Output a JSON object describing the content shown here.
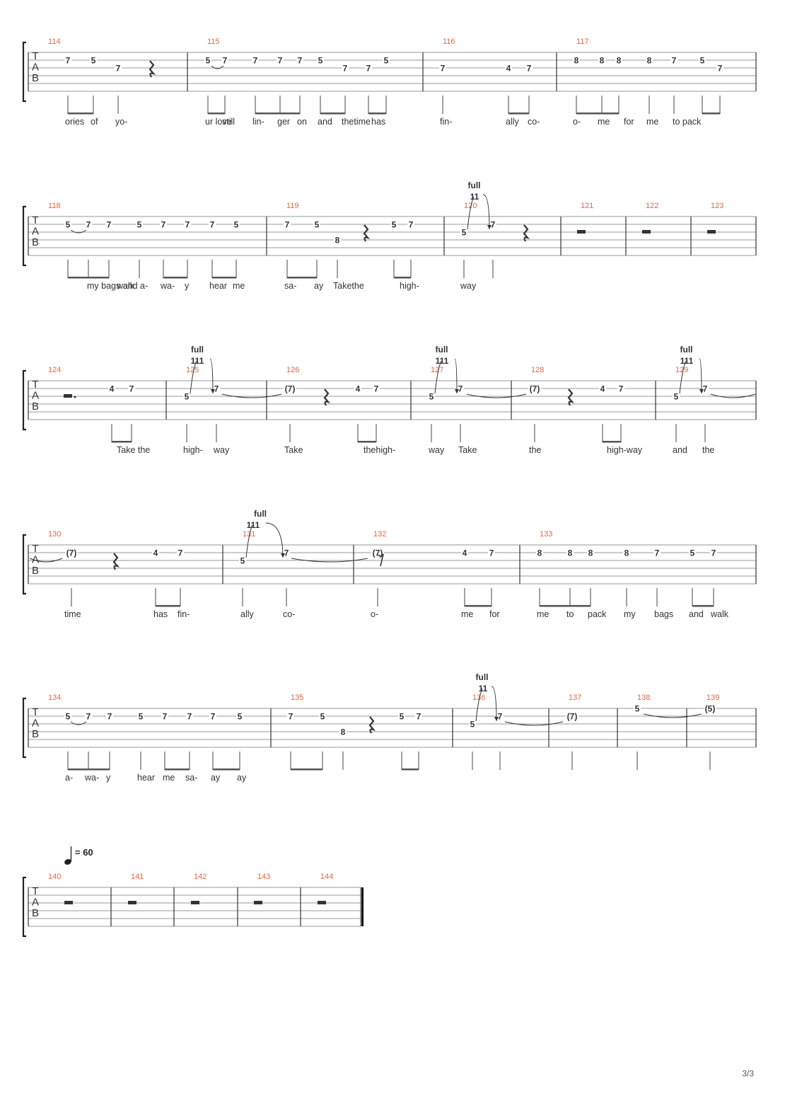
{
  "page_number": "3/3",
  "tab_letters": [
    "T",
    "A",
    "B"
  ],
  "bend_label": "full",
  "bend_text": {
    "two": "11",
    "three": "111"
  },
  "tempo_marking": {
    "text": "= 60",
    "icon": "quarter-note-icon"
  },
  "systems": [
    {
      "measures": [
        {
          "number": "114",
          "frets": [
            {
              "s": 2,
              "t": "7"
            },
            {
              "s": 2,
              "t": "5"
            },
            {
              "s": 3,
              "t": "7"
            }
          ]
        },
        {
          "number": "115",
          "frets": [
            {
              "s": 2,
              "t": "5"
            },
            {
              "s": 2,
              "t": "7"
            },
            {
              "s": 2,
              "t": "7"
            },
            {
              "s": 2,
              "t": "7"
            },
            {
              "s": 2,
              "t": "7"
            },
            {
              "s": 2,
              "t": "5"
            },
            {
              "s": 3,
              "t": "7"
            },
            {
              "s": 3,
              "t": "7"
            },
            {
              "s": 2,
              "t": "5"
            }
          ]
        },
        {
          "number": "116",
          "frets": [
            {
              "s": 3,
              "t": "7"
            },
            {
              "s": 3,
              "t": "4"
            },
            {
              "s": 3,
              "t": "7"
            }
          ]
        },
        {
          "number": "117",
          "frets": [
            {
              "s": 2,
              "t": "8"
            },
            {
              "s": 2,
              "t": "8"
            },
            {
              "s": 2,
              "t": "8"
            },
            {
              "s": 2,
              "t": "8"
            },
            {
              "s": 2,
              "t": "7"
            },
            {
              "s": 2,
              "t": "5"
            },
            {
              "s": 3,
              "t": "7"
            }
          ]
        }
      ],
      "lyrics": [
        "ories",
        "of",
        "yo-",
        "ur love",
        "still",
        "lin-",
        "ger",
        "on",
        "and",
        "thetime",
        "has",
        "fin-",
        "ally",
        "co-",
        "o-",
        "me",
        "for",
        "me",
        "to pack"
      ]
    },
    {
      "measures": [
        {
          "number": "118",
          "frets": [
            {
              "s": 2,
              "t": "5"
            },
            {
              "s": 2,
              "t": "7"
            },
            {
              "s": 2,
              "t": "7"
            },
            {
              "s": 2,
              "t": "5"
            },
            {
              "s": 2,
              "t": "7"
            },
            {
              "s": 2,
              "t": "7"
            },
            {
              "s": 2,
              "t": "7"
            },
            {
              "s": 2,
              "t": "5"
            }
          ]
        },
        {
          "number": "119",
          "frets": [
            {
              "s": 2,
              "t": "7"
            },
            {
              "s": 2,
              "t": "5"
            },
            {
              "s": 4,
              "t": "8"
            },
            {
              "s": 2,
              "t": "5"
            },
            {
              "s": 2,
              "t": "7"
            }
          ]
        },
        {
          "number": "120",
          "frets": [
            {
              "s": 3,
              "t": "5"
            },
            {
              "s": 2,
              "t": "7"
            }
          ]
        },
        {
          "number": "121",
          "frets": []
        },
        {
          "number": "122",
          "frets": []
        },
        {
          "number": "123",
          "frets": []
        }
      ],
      "lyrics": [
        "my bags and",
        "walk",
        "a-",
        "wa-",
        "y",
        "hear",
        "me",
        "sa-",
        "ay",
        "Takethe",
        "high-",
        "way"
      ]
    },
    {
      "measures": [
        {
          "number": "124",
          "frets": [
            {
              "s": 2,
              "t": "4"
            },
            {
              "s": 2,
              "t": "7"
            }
          ]
        },
        {
          "number": "125",
          "frets": [
            {
              "s": 3,
              "t": "5"
            },
            {
              "s": 2,
              "t": "7"
            }
          ]
        },
        {
          "number": "126",
          "frets": [
            {
              "s": 2,
              "t": "(7)"
            },
            {
              "s": 2,
              "t": "4"
            },
            {
              "s": 2,
              "t": "7"
            }
          ]
        },
        {
          "number": "127",
          "frets": [
            {
              "s": 3,
              "t": "5"
            },
            {
              "s": 2,
              "t": "7"
            }
          ]
        },
        {
          "number": "128",
          "frets": [
            {
              "s": 2,
              "t": "(7)"
            },
            {
              "s": 2,
              "t": "4"
            },
            {
              "s": 2,
              "t": "7"
            }
          ]
        },
        {
          "number": "129",
          "frets": [
            {
              "s": 3,
              "t": "5"
            },
            {
              "s": 2,
              "t": "7"
            }
          ]
        }
      ],
      "lyrics": [
        "Take the",
        "high-",
        "way",
        "Take",
        "thehigh-",
        "way",
        "Take",
        "the",
        "high-way",
        "and",
        "the"
      ]
    },
    {
      "measures": [
        {
          "number": "130",
          "frets": [
            {
              "s": 2,
              "t": "(7)"
            },
            {
              "s": 2,
              "t": "4"
            },
            {
              "s": 2,
              "t": "7"
            }
          ]
        },
        {
          "number": "131",
          "frets": [
            {
              "s": 3,
              "t": "5"
            },
            {
              "s": 2,
              "t": "7"
            }
          ]
        },
        {
          "number": "132",
          "frets": [
            {
              "s": 2,
              "t": "(7)"
            },
            {
              "s": 2,
              "t": "4"
            },
            {
              "s": 2,
              "t": "7"
            }
          ]
        },
        {
          "number": "133",
          "frets": [
            {
              "s": 2,
              "t": "8"
            },
            {
              "s": 2,
              "t": "8"
            },
            {
              "s": 2,
              "t": "8"
            },
            {
              "s": 2,
              "t": "8"
            },
            {
              "s": 2,
              "t": "7"
            },
            {
              "s": 2,
              "t": "5"
            },
            {
              "s": 2,
              "t": "7"
            }
          ]
        }
      ],
      "lyrics": [
        "time",
        "has",
        "fin-",
        "ally",
        "co-",
        "o-",
        "me",
        "for",
        "me",
        "to",
        "pack",
        "my",
        "bags",
        "and",
        "walk"
      ]
    },
    {
      "measures": [
        {
          "number": "134",
          "frets": [
            {
              "s": 2,
              "t": "5"
            },
            {
              "s": 2,
              "t": "7"
            },
            {
              "s": 2,
              "t": "7"
            },
            {
              "s": 2,
              "t": "5"
            },
            {
              "s": 2,
              "t": "7"
            },
            {
              "s": 2,
              "t": "7"
            },
            {
              "s": 2,
              "t": "7"
            },
            {
              "s": 2,
              "t": "5"
            }
          ]
        },
        {
          "number": "135",
          "frets": [
            {
              "s": 2,
              "t": "7"
            },
            {
              "s": 2,
              "t": "5"
            },
            {
              "s": 4,
              "t": "8"
            },
            {
              "s": 2,
              "t": "5"
            },
            {
              "s": 2,
              "t": "7"
            }
          ]
        },
        {
          "number": "136",
          "frets": [
            {
              "s": 3,
              "t": "5"
            },
            {
              "s": 2,
              "t": "7"
            }
          ]
        },
        {
          "number": "137",
          "frets": [
            {
              "s": 2,
              "t": "(7)"
            }
          ]
        },
        {
          "number": "138",
          "frets": [
            {
              "s": 1,
              "t": "5"
            }
          ]
        },
        {
          "number": "139",
          "frets": [
            {
              "s": 1,
              "t": "(5)"
            }
          ]
        }
      ],
      "lyrics": [
        "a-",
        "wa-",
        "y",
        "hear",
        "me",
        "sa-",
        "ay",
        "ay"
      ]
    },
    {
      "measures": [
        {
          "number": "140",
          "frets": []
        },
        {
          "number": "141",
          "frets": []
        },
        {
          "number": "142",
          "frets": []
        },
        {
          "number": "143",
          "frets": []
        },
        {
          "number": "144",
          "frets": []
        }
      ],
      "lyrics": []
    }
  ]
}
